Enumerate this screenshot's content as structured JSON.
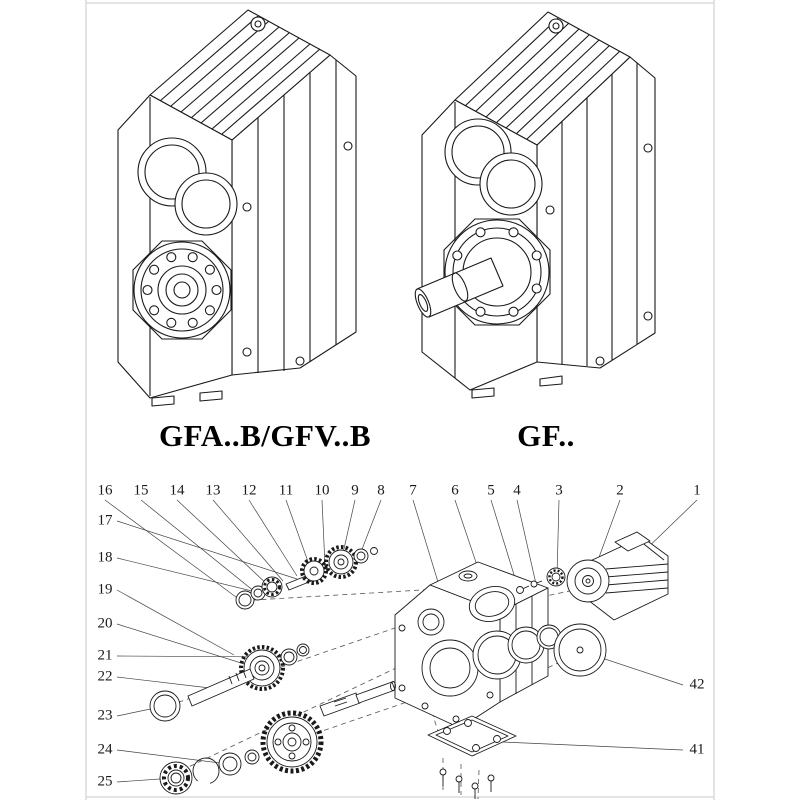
{
  "models": {
    "left_label": "GFA..B/GFV..B",
    "right_label": "GF.."
  },
  "exploded_view": {
    "callouts": {
      "top_row": [
        "16",
        "15",
        "14",
        "13",
        "12",
        "11",
        "10",
        "9",
        "8",
        "7",
        "6",
        "5",
        "4",
        "3",
        "2",
        "1"
      ],
      "left_column": [
        "17",
        "18",
        "19",
        "20",
        "21",
        "22",
        "23",
        "24",
        "25"
      ],
      "right_column": [
        "42",
        "41"
      ]
    }
  },
  "colors": {
    "line": "#1a1a1a",
    "background": "#ffffff",
    "page_edge": "#dcdcdc"
  }
}
